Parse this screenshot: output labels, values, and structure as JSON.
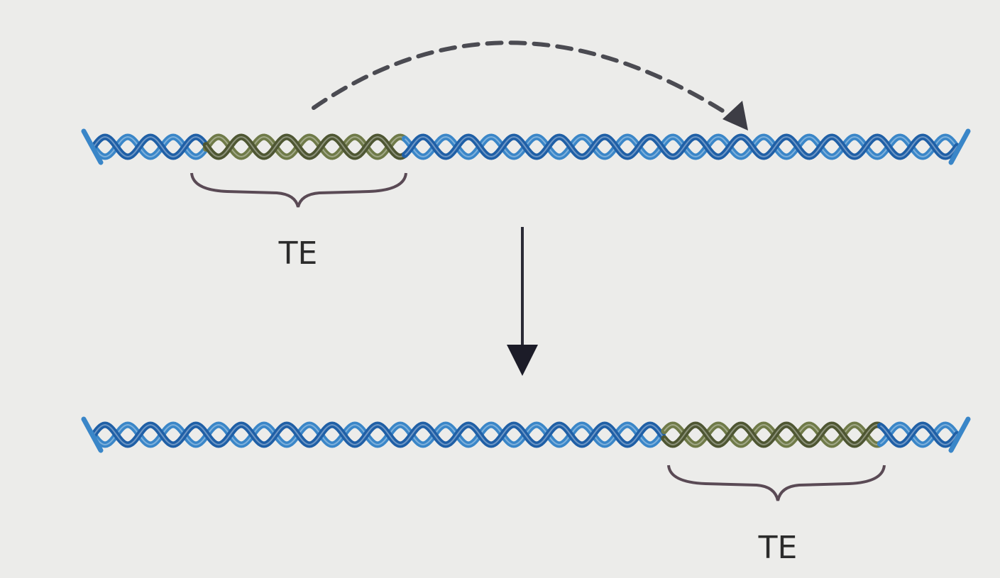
{
  "diagram": {
    "top_strand": {
      "te_label": "TE",
      "te_start_fraction": 0.13,
      "te_end_fraction": 0.36
    },
    "bottom_strand": {
      "te_label": "TE",
      "te_start_fraction": 0.66,
      "te_end_fraction": 0.91
    },
    "colors": {
      "background": "#ececea",
      "dna_blue": "#3a86c8",
      "dna_blue_dark": "#1f5fa6",
      "te_green": "#6f7a48",
      "te_green_dark": "#4e5632",
      "brace": "#5a4a55",
      "arrow": "#2a2a35",
      "dashed_arrow": "#4b4b52"
    }
  }
}
